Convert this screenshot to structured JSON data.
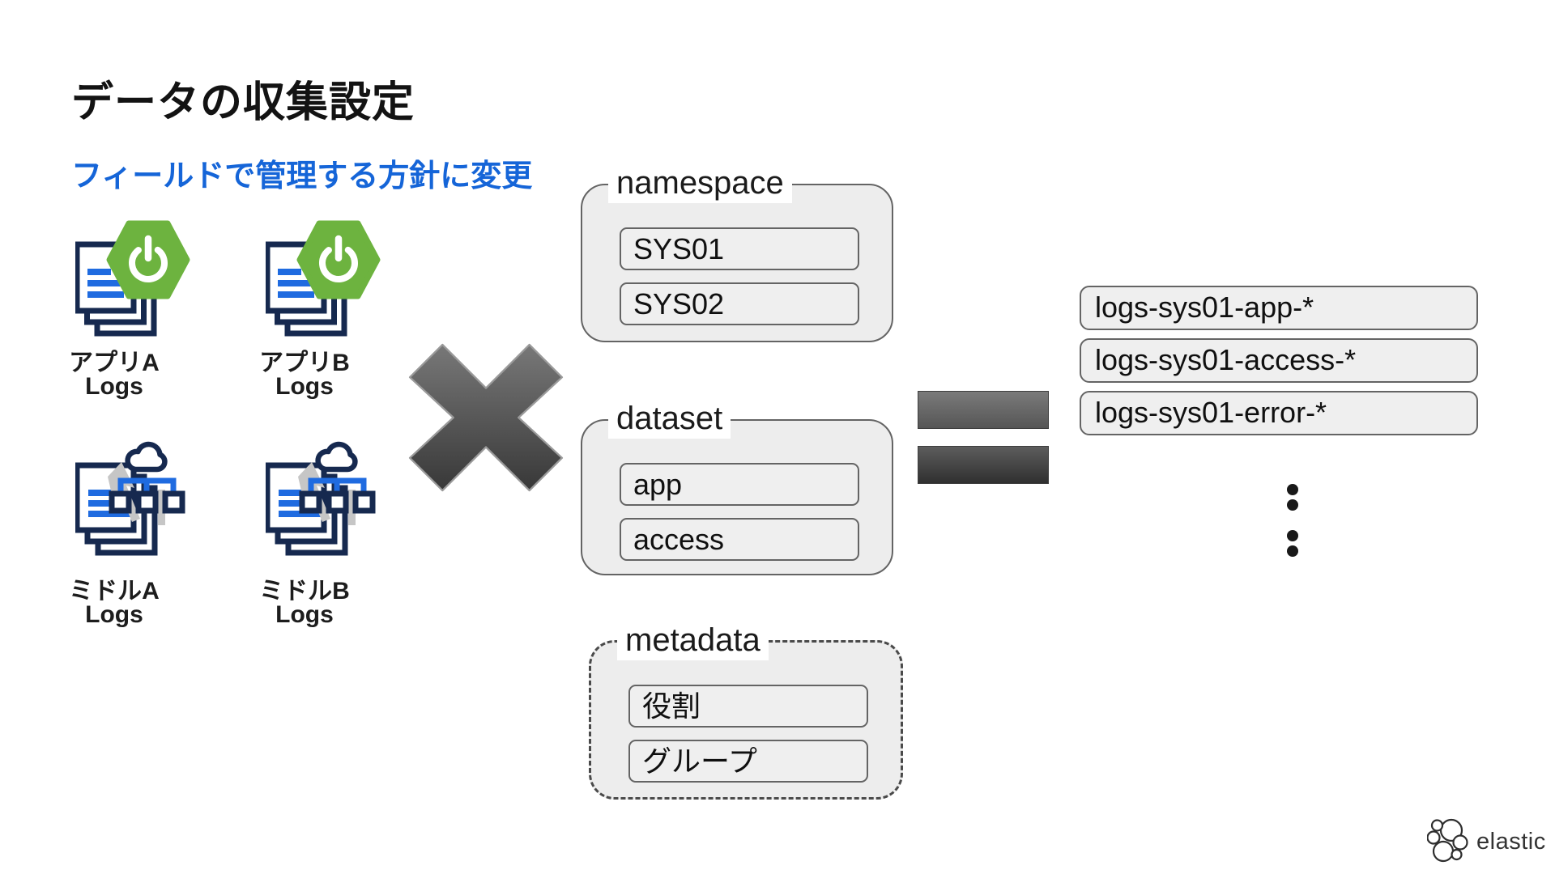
{
  "slide": {
    "title": "データの収集設定",
    "subtitle": "フィールドで管理する方針に変更",
    "sources": [
      {
        "label": "アプリA",
        "sublabel": "Logs",
        "icon": "spring-boot-logs"
      },
      {
        "label": "アプリB",
        "sublabel": "Logs",
        "icon": "spring-boot-logs"
      },
      {
        "label": "ミドルA",
        "sublabel": "Logs",
        "icon": "middleware-logs"
      },
      {
        "label": "ミドルB",
        "sublabel": "Logs",
        "icon": "middleware-logs"
      }
    ],
    "operators": {
      "multiply": "×",
      "equals": "="
    },
    "groups": [
      {
        "name": "namespace",
        "border": "solid",
        "items": [
          "SYS01",
          "SYS02"
        ]
      },
      {
        "name": "dataset",
        "border": "solid",
        "items": [
          "app",
          "access"
        ]
      },
      {
        "name": "metadata",
        "border": "dashed",
        "items": [
          "役割",
          "グループ"
        ]
      }
    ],
    "results": [
      "logs-sys01-app-*",
      "logs-sys01-access-*",
      "logs-sys01-error-*"
    ],
    "ellipsis_dot_count": 4,
    "brand": "elastic",
    "colors": {
      "subtitle_blue": "#1565d8",
      "spring_green": "#6db33f",
      "icon_navy": "#16294f",
      "icon_blue": "#1f6be0",
      "box_fill": "#ededed",
      "box_border": "#646464",
      "operator_dark": "#383838",
      "operator_light": "#787878"
    }
  }
}
